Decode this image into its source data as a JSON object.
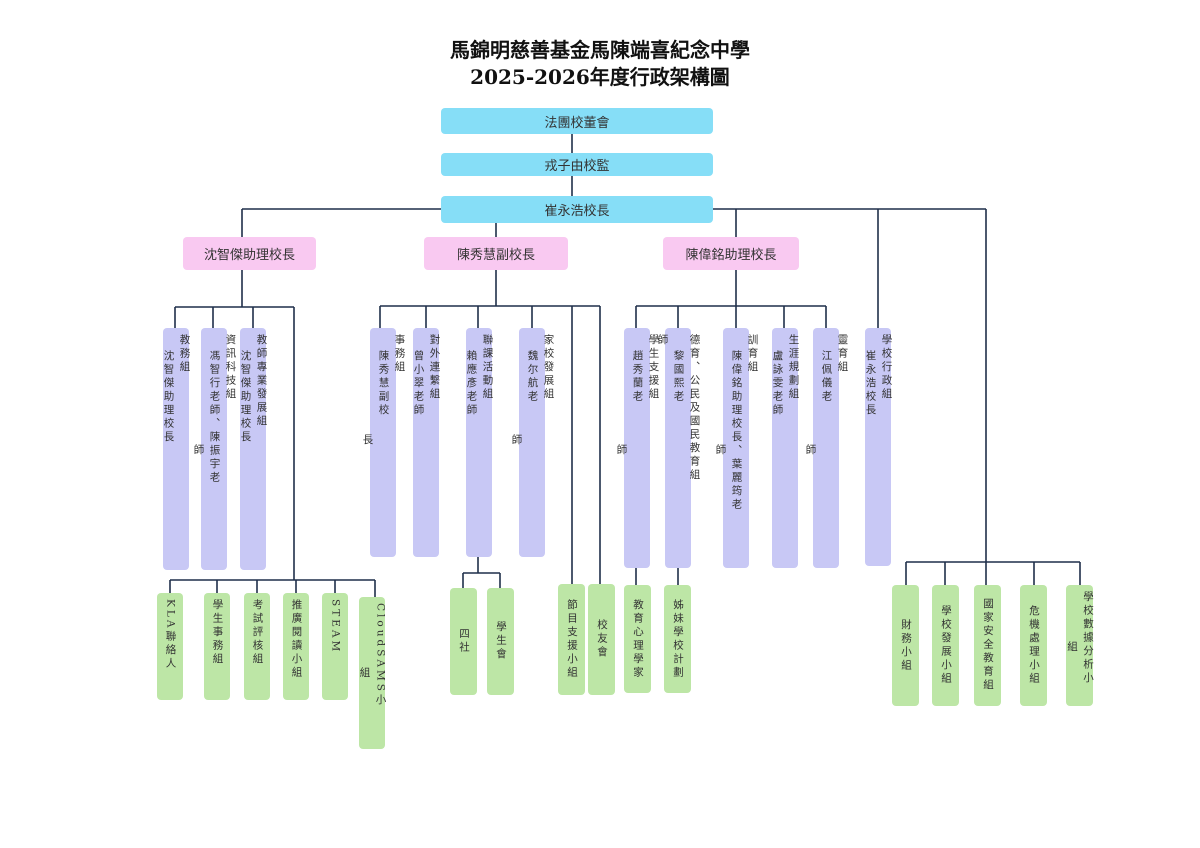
{
  "title": {
    "line1": "馬錦明慈善基金馬陳端喜紀念中學",
    "line2": "2025-2026年度行政架構圖"
  },
  "top": {
    "board": "法團校董會",
    "supervisor": "戎子由校監",
    "principal": "崔永浩校長"
  },
  "deputies": {
    "left": "沈智傑助理校長",
    "middle": "陳秀慧副校長",
    "right": "陳偉銘助理校長"
  },
  "groups": {
    "jiaowu": [
      "教務組",
      "沈智傑助理校長"
    ],
    "zixun": [
      "資訊科技組",
      "馮智行老師、陳振宇老",
      "師"
    ],
    "jiaoshi": [
      "教師專業發展組",
      "沈智傑助理校長"
    ],
    "shiwu": [
      "事務組",
      "陳秀慧副校",
      "長"
    ],
    "duiwai": [
      "對外連繫組",
      "曾小翠老師"
    ],
    "liankeban": [
      "聯課活動組",
      "賴應彥老師"
    ],
    "jiaxiao": [
      "家校發展組",
      "魏尔航老",
      "師"
    ],
    "xuesheng": [
      "學生支援組",
      "趙秀蘭老",
      "師"
    ],
    "deyu": [
      "德育、公民及國民教育組",
      "黎國熙老",
      "師"
    ],
    "xunyu": [
      "訓育組",
      "陳偉銘助理校長、葉麗筠老",
      "師"
    ],
    "shengya": [
      "生涯規劃組",
      "盧詠雯老師"
    ],
    "lingyu": [
      "靈育組",
      "江佩儀老",
      "師"
    ],
    "xingzheng": [
      "學校行政組",
      "崔永浩校長"
    ]
  },
  "subgroups": {
    "kla": [
      "KLA聯絡人"
    ],
    "xueshengshiwu": [
      "學生事務組"
    ],
    "kaoshi": [
      "考試評核組"
    ],
    "tuiguang": [
      "推廣閱讀小組"
    ],
    "steam": [
      "STEAM"
    ],
    "cloud": [
      "CloudSAMS小",
      "組"
    ],
    "sishe": [
      "四社"
    ],
    "xueshenghui": [
      "學生會"
    ],
    "jiemu": [
      "節目支援小組"
    ],
    "xiaoyou": [
      "校友會"
    ],
    "xinli": [
      "教育心理學家"
    ],
    "zimei": [
      "姊妹學校計劃"
    ],
    "caiwu": [
      "財務小組"
    ],
    "fazhan": [
      "學校發展小組"
    ],
    "anquan": [
      "國家安全教育組"
    ],
    "weiji": [
      "危機處理小組"
    ],
    "shuju": [
      "學校數據分析小",
      "組"
    ]
  },
  "colors": {
    "top": "#86def7",
    "deputy": "#f9c9f1",
    "group": "#c8c8f5",
    "subgroup": "#bde6a6",
    "line": "#1f2f4a"
  }
}
